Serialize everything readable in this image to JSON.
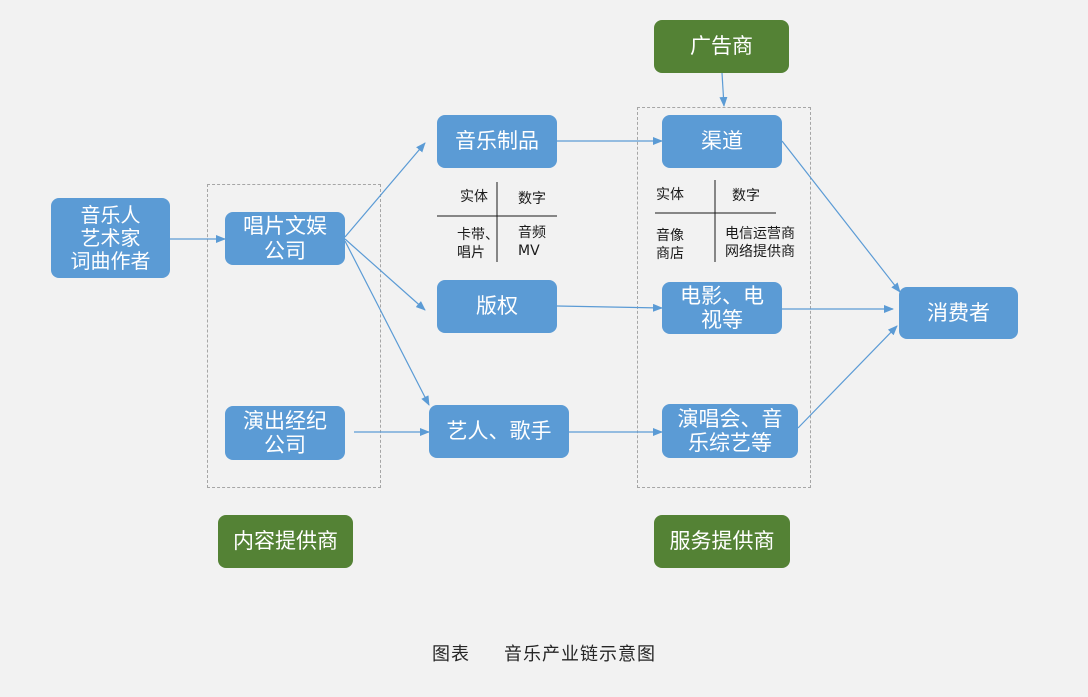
{
  "nodes": {
    "musician": "音乐人\n艺术家\n词曲作者",
    "record_company": "唱片文娱\n公司",
    "performance_agency": "演出经纪\n公司",
    "music_products": "音乐制品",
    "copyright": "版权",
    "artist_singer": "艺人、歌手",
    "advertiser": "广告商",
    "channel": "渠道",
    "film_tv": "电影、电\n视等",
    "concert": "演唱会、音\n乐综艺等",
    "consumer": "消费者"
  },
  "groups": {
    "content_provider": "内容提供商",
    "service_provider": "服务提供商"
  },
  "product_matrix": {
    "physical": "实体",
    "digital": "数字",
    "physical_items": "卡带、\n唱片",
    "digital_items": "音频\nMV"
  },
  "channel_matrix": {
    "physical": "实体",
    "digital": "数字",
    "physical_items": "音像\n商店",
    "digital_items": "电信运营商\n网络提供商"
  },
  "caption": {
    "label": "图表",
    "title": "音乐产业链示意图"
  },
  "colors": {
    "node_blue": "#5b9bd5",
    "node_green": "#548235",
    "background": "#f2f2f2"
  }
}
